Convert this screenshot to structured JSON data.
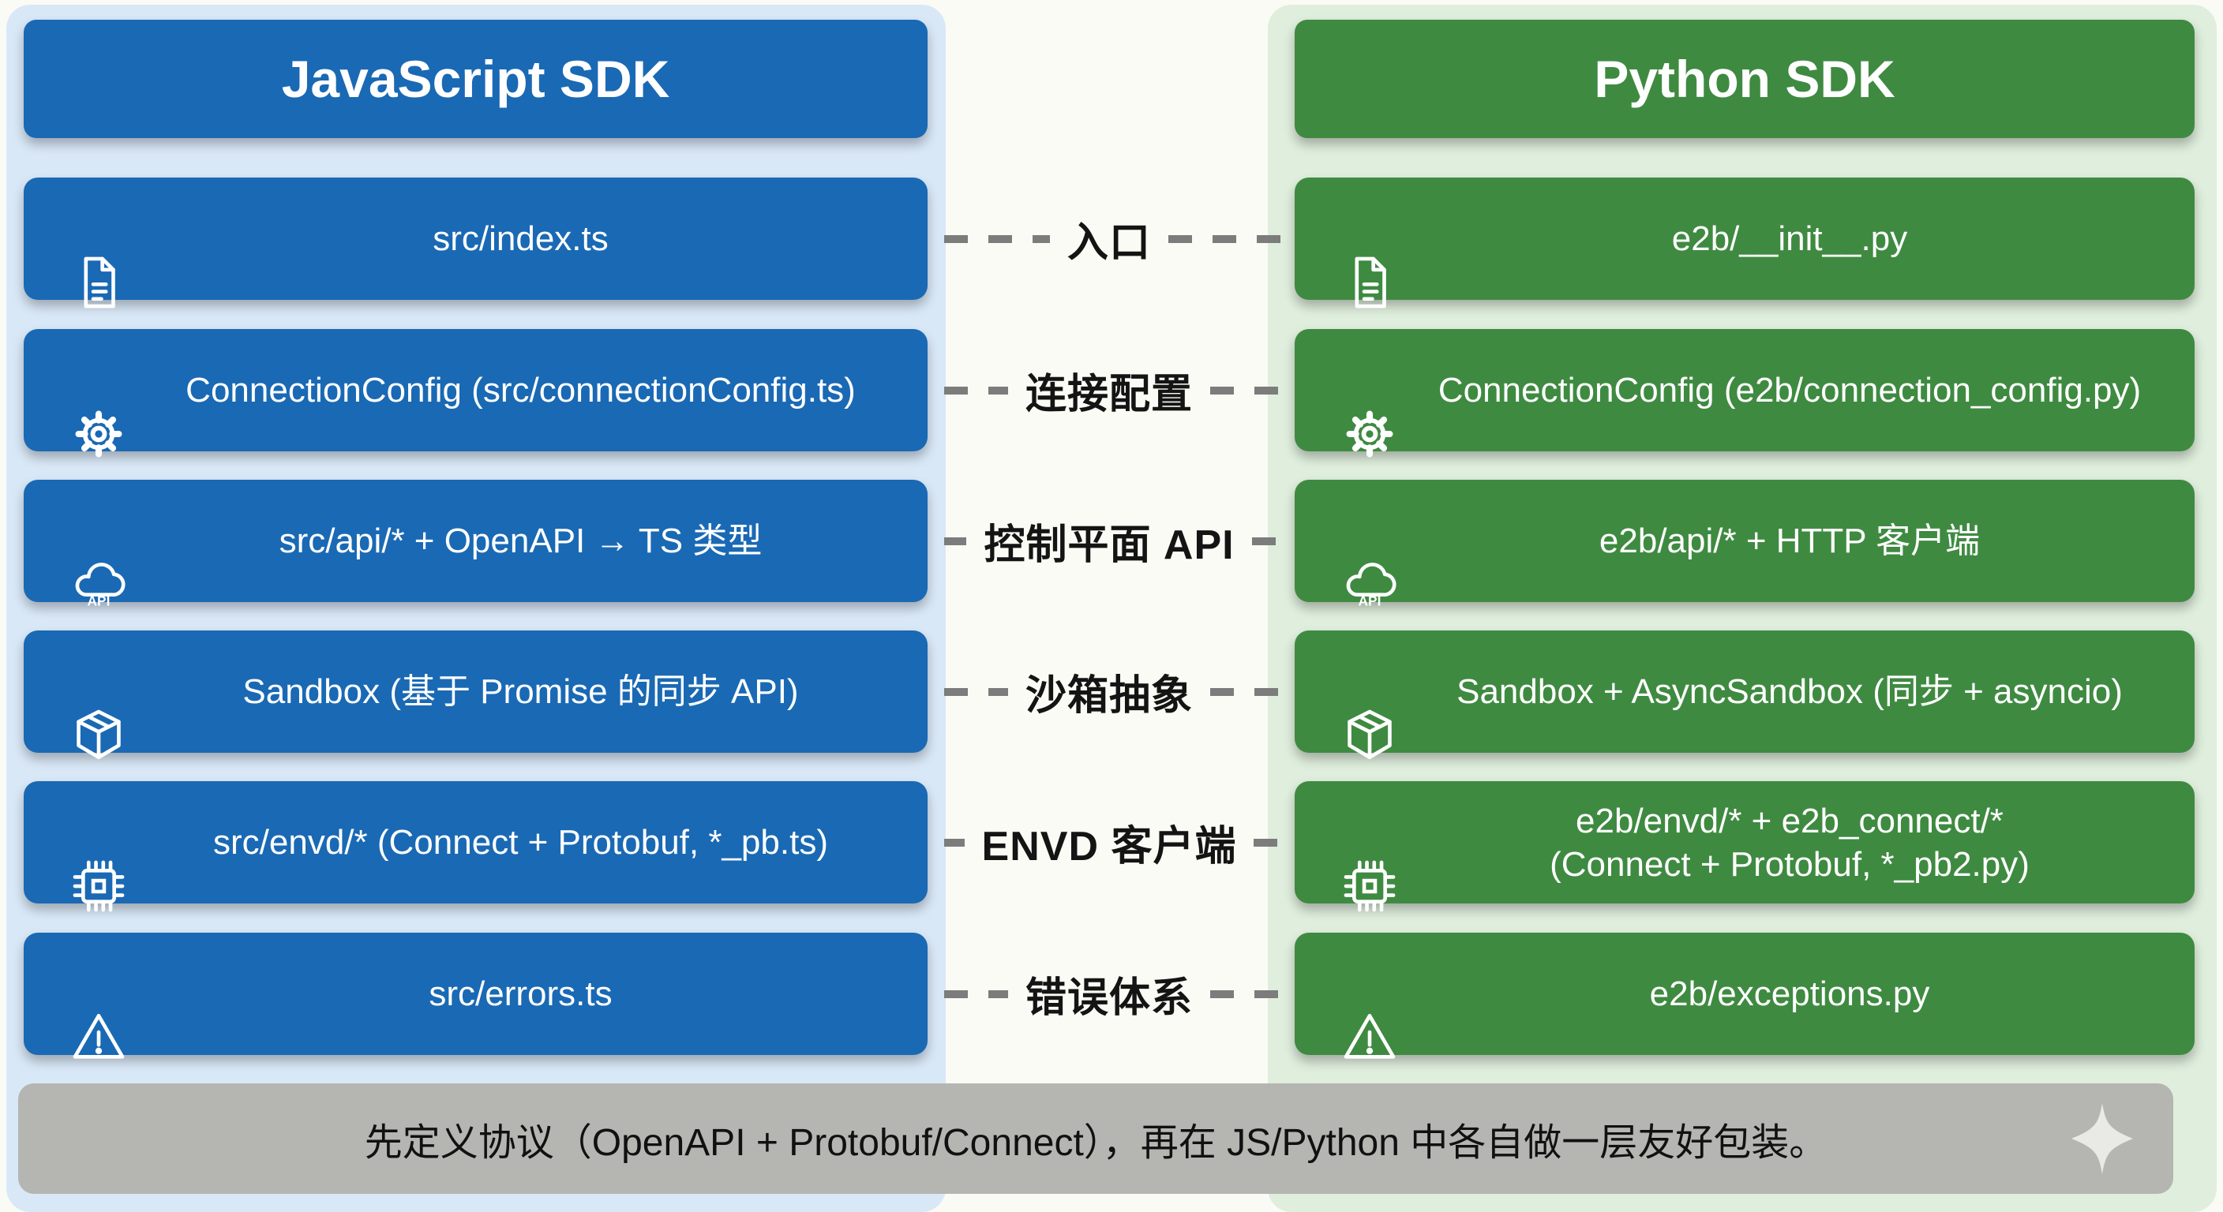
{
  "left_panel": {
    "title": "JavaScript SDK",
    "rows": [
      {
        "icon": "document-icon",
        "label": "src/index.ts"
      },
      {
        "icon": "gear-icon",
        "label": "ConnectionConfig (src/connectionConfig.ts)"
      },
      {
        "icon": "api-cloud-icon",
        "label": "src/api/* + OpenAPI → TS 类型"
      },
      {
        "icon": "package-icon",
        "label": "Sandbox (基于 Promise 的同步 API)"
      },
      {
        "icon": "chip-icon",
        "label": "src/envd/* (Connect + Protobuf, *_pb.ts)"
      },
      {
        "icon": "warning-icon",
        "label": "src/errors.ts"
      }
    ]
  },
  "right_panel": {
    "title": "Python SDK",
    "rows": [
      {
        "icon": "document-icon",
        "label": "e2b/__init__.py"
      },
      {
        "icon": "gear-icon",
        "label": "ConnectionConfig (e2b/connection_config.py)"
      },
      {
        "icon": "api-cloud-icon",
        "label": "e2b/api/* + HTTP 客户端"
      },
      {
        "icon": "package-icon",
        "label": "Sandbox + AsyncSandbox (同步 + asyncio)"
      },
      {
        "icon": "chip-icon",
        "label": "e2b/envd/* + e2b_connect/*\n(Connect + Protobuf, *_pb2.py)"
      },
      {
        "icon": "warning-icon",
        "label": "e2b/exceptions.py"
      }
    ]
  },
  "connectors": [
    {
      "label": "入口"
    },
    {
      "label": "连接配置"
    },
    {
      "label": "控制平面 API"
    },
    {
      "label": "沙箱抽象"
    },
    {
      "label": "ENVD 客户端"
    },
    {
      "label": "错误体系"
    }
  ],
  "footer": {
    "text": "先定义协议（OpenAPI + Protobuf/Connect），再在 JS/Python 中各自做一层友好包装。",
    "icon": "sparkle-icon"
  },
  "colors": {
    "js_box": "#1a69b4",
    "js_panel": "#d9e8f7",
    "py_box": "#3f8a41",
    "py_panel": "#dfeedd",
    "footer_bar": "#b5b5b1",
    "connector_dash": "#7c7c7c",
    "page_bg": "#fbfbf5",
    "box_text": "#ffffff",
    "label_text": "#141414"
  }
}
